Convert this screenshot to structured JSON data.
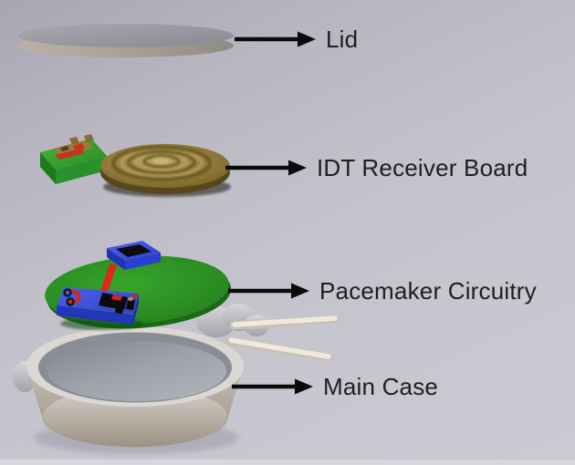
{
  "diagram": {
    "type": "exploded-view",
    "callouts": [
      {
        "label": "Lid",
        "part": "lid"
      },
      {
        "label": "IDT Receiver Board",
        "part": "idt-receiver-board"
      },
      {
        "label": "Pacemaker Circuitry",
        "part": "pacemaker-circuitry"
      },
      {
        "label": "Main Case",
        "part": "main-case"
      }
    ],
    "style": {
      "background_top": "#a7a6b1",
      "background_bottom": "#cbcad3",
      "label_color": "#1e1e1e",
      "arrow_color": "#0b0b0b"
    },
    "parts": [
      {
        "name": "lid-disc",
        "color": "#97969e"
      },
      {
        "name": "receiver-coil",
        "color": "#8a7434"
      },
      {
        "name": "receiver-pcb",
        "color": "#36a32c"
      },
      {
        "name": "circuit-board",
        "color": "#2e9727"
      },
      {
        "name": "chip-modules",
        "color": "#3346cf"
      },
      {
        "name": "signal-traces",
        "color": "#d8251a"
      },
      {
        "name": "main-case",
        "color": "#b3aca3"
      },
      {
        "name": "pacing-leads",
        "color": "#efe9df"
      }
    ]
  }
}
